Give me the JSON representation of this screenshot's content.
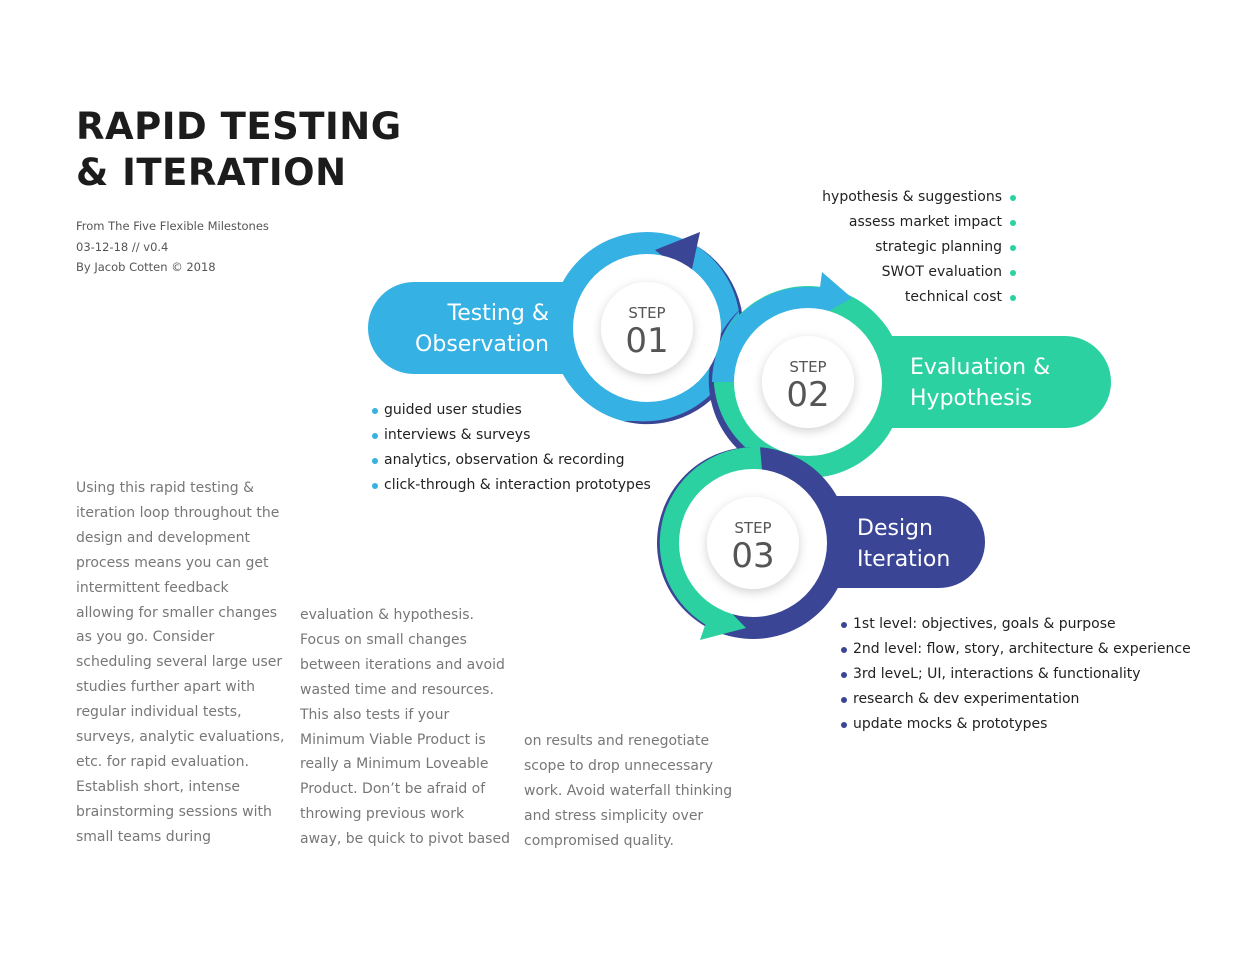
{
  "header": {
    "title_line1": "RAPID TESTING",
    "title_line2": "& ITERATION",
    "meta": [
      "From The Five Flexible Milestones",
      "03-12-18  //  v0.4",
      "By Jacob Cotten © 2018"
    ]
  },
  "body_text": {
    "col1": [
      "Using this rapid testing &",
      "iteration loop throughout the",
      "design and development",
      "process means you can get",
      "intermittent feedback",
      "allowing for smaller changes",
      "as you go. Consider",
      "scheduling several large user",
      "studies further apart with",
      "regular individual tests,",
      "surveys, analytic evaluations,",
      "etc. for rapid evaluation.",
      "Establish short, intense",
      "brainstorming sessions with",
      "small teams during"
    ],
    "col2": [
      "evaluation & hypothesis.",
      "Focus on small changes",
      "between iterations and avoid",
      "wasted time and resources.",
      "This also tests if your",
      "Minimum Viable Product is",
      "really a Minimum Loveable",
      "Product. Don’t be afraid of",
      "throwing previous work",
      "away, be quick to pivot based"
    ],
    "col3": [
      "on results and renegotiate",
      "scope to drop unnecessary",
      "work. Avoid waterfall thinking",
      "and stress simplicity over",
      "compromised quality."
    ]
  },
  "steps": [
    {
      "word": "STEP",
      "number": "01",
      "label_line1": "Testing &",
      "label_line2": "Observation",
      "color": "#35b1e4",
      "items": [
        "guided user studies",
        "interviews & surveys",
        "analytics, observation & recording",
        "click-through & interaction prototypes"
      ]
    },
    {
      "word": "STEP",
      "number": "02",
      "label_line1": "Evaluation &",
      "label_line2": "Hypothesis",
      "color": "#2bd1a1",
      "items": [
        "hypothesis & suggestions",
        "assess market impact",
        "strategic planning",
        "SWOT evaluation",
        "technical cost"
      ]
    },
    {
      "word": "STEP",
      "number": "03",
      "label_line1": "Design",
      "label_line2": "Iteration",
      "color": "#3a4595",
      "items": [
        "1st level: objectives, goals & purpose",
        "2nd level: flow, story, architecture & experience",
        "3rd leveL; UI, interactions & functionality",
        "research & dev experimentation",
        "update mocks & prototypes"
      ]
    }
  ]
}
